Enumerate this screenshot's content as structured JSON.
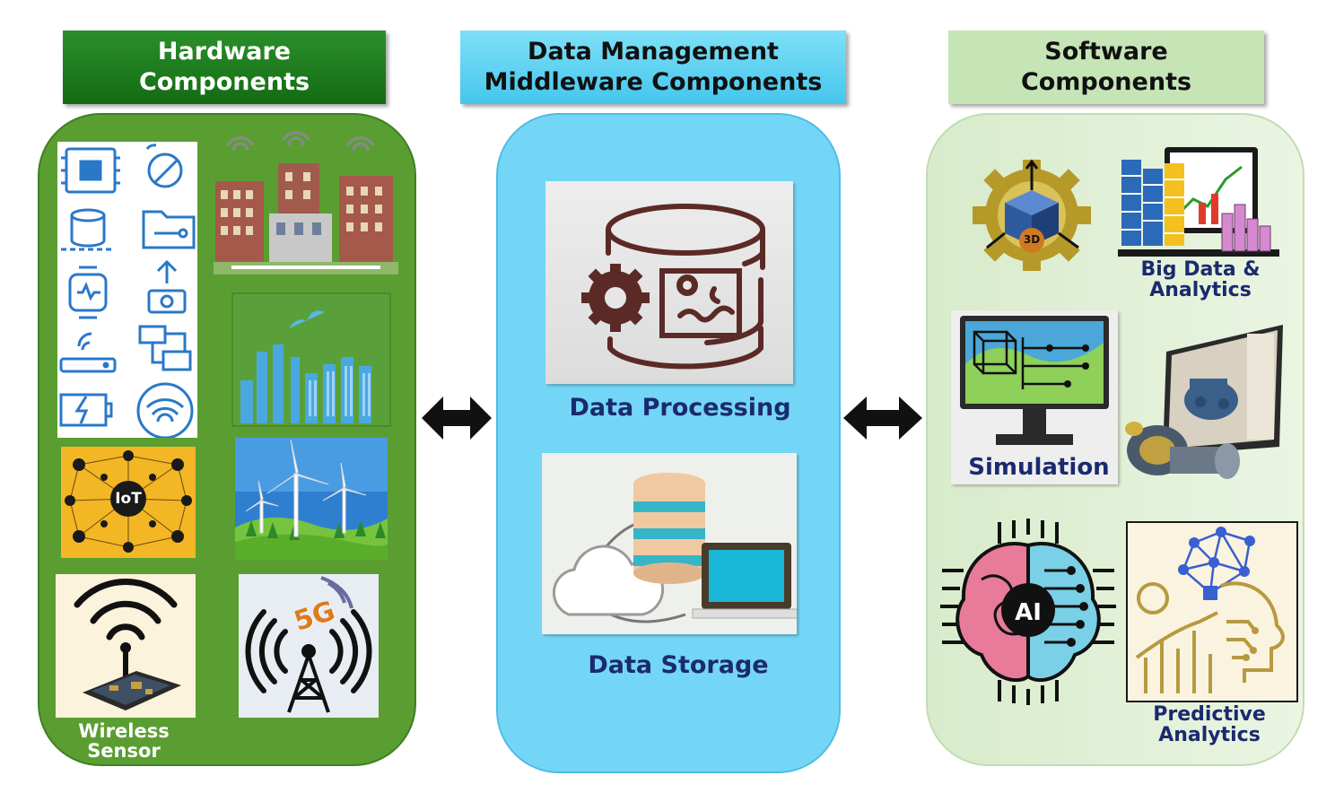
{
  "headers": {
    "hardware": "Hardware\nComponents",
    "middleware": "Data Management\nMiddleware Components",
    "software": "Software\nComponents"
  },
  "hardware": {
    "iot_label": "IoT",
    "fiveg_label": "5G",
    "wireless_sensor": "Wireless\nSensor"
  },
  "middleware": {
    "data_processing": "Data Processing",
    "data_storage": "Data Storage"
  },
  "software": {
    "badge_3d": "3D",
    "big_data": "Big Data &\nAnalytics",
    "simulation": "Simulation",
    "ai_label": "AI",
    "predictive": "Predictive\nAnalytics"
  },
  "colors": {
    "hardware_header": "#1e7d1e",
    "hardware_panel": "#5a9e32",
    "middleware_header": "#5fd0f0",
    "middleware_panel": "#74d6f6",
    "software_header": "#c6e5b6",
    "software_panel": "#e2f0d8",
    "label_text": "#1b2a6e"
  }
}
